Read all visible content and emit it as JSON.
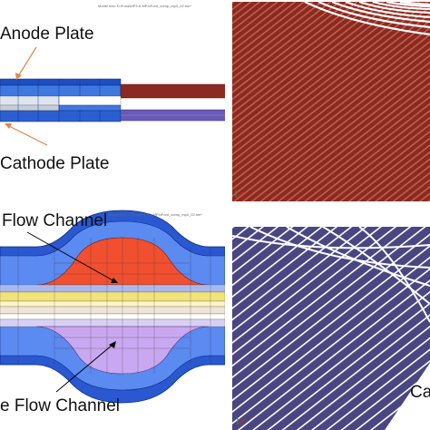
{
  "labels": {
    "anode_plate": "Anode Plate",
    "cathode_plate": "Cathode Plate",
    "flow_channel_top": "Flow Channel",
    "flow_channel_bottom": "e Flow Channel",
    "cathode_partial": "Cat"
  },
  "panel_headers": {
    "top_left": "Model Info: D:\\Ford\\MP3 & MP4\\Ford_comp_mp3_02.hm*",
    "bottom_left": "Model Info: D:\\Ford\\MP3 & MP4\\Ford_comp_mp3_02.hm*"
  },
  "colors": {
    "anode_mesh": "#8a2a22",
    "cathode_mesh": "#4a4682",
    "plate_blue": "#2b5fd0",
    "channel_red": "#f05030",
    "channel_violet": "#c8a8f0",
    "membrane_yellow": "#f2e27a",
    "arrow_orange": "#e0874a",
    "axis_red": "#e02020",
    "axis_green": "#20a040"
  }
}
